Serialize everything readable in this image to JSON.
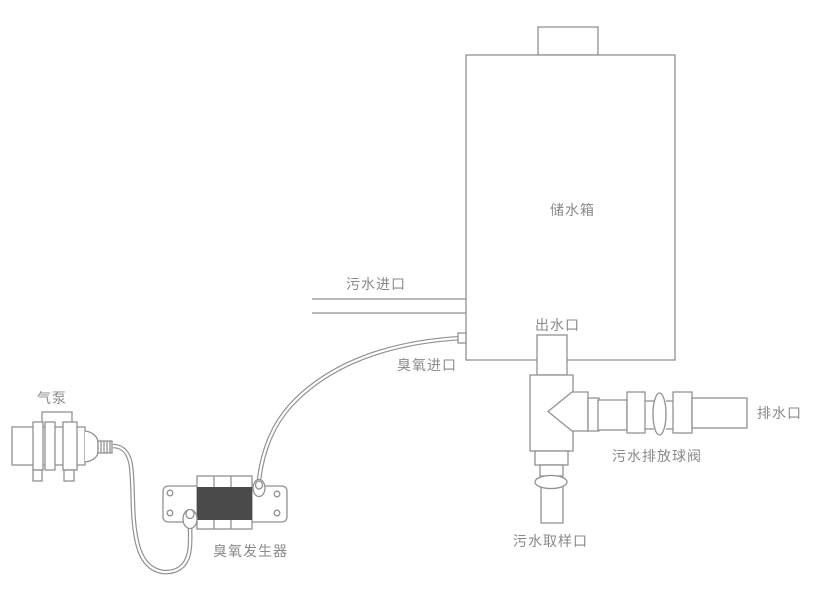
{
  "diagram": {
    "labels": {
      "air_pump": "气泵",
      "ozone_generator": "臭氧发生器",
      "sewage_inlet": "污水进口",
      "ozone_inlet": "臭氧进口",
      "water_tank": "储水箱",
      "water_outlet": "出水口",
      "drain_outlet": "排水口",
      "drain_ball_valve": "污水排放球阀",
      "sewage_sampling_port": "污水取样口"
    },
    "colors": {
      "line": "#919191",
      "text": "#8a8a8a",
      "generator_body": "#4b4b4b",
      "background": "#ffffff"
    }
  }
}
